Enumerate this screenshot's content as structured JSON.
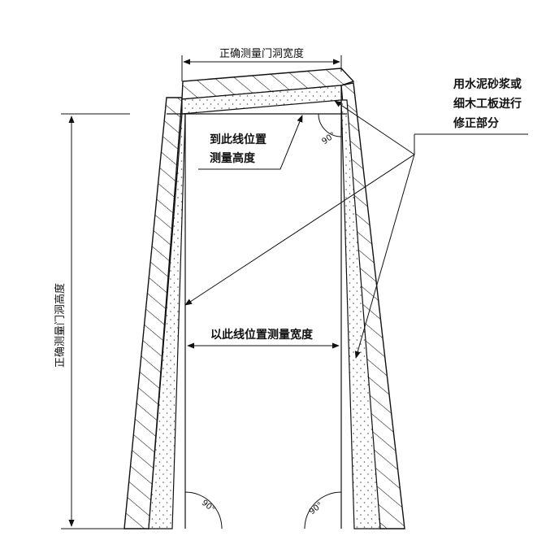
{
  "labels": {
    "top_width": "正确测量门洞宽度",
    "left_height": "正确测量门洞高度",
    "height_line_1": "到此线位置",
    "height_line_2": "测量高度",
    "width_line": "以此线位置测量宽度",
    "repair_1": "用水泥砂浆或",
    "repair_2": "细木工板进行",
    "repair_3": "修正部分",
    "angle_top": "90°",
    "angle_bottom_left": "90°",
    "angle_bottom_right": "90°"
  },
  "colors": {
    "line": "#111111",
    "hatch": "#222222",
    "dots": "#555555",
    "background": "#ffffff"
  }
}
